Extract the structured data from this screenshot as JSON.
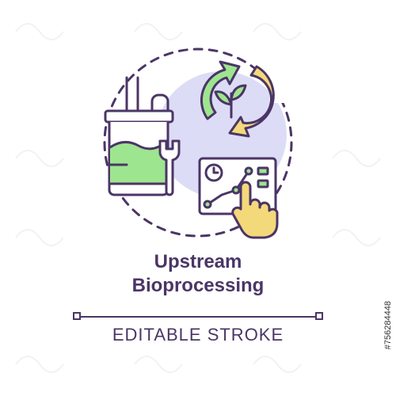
{
  "title_line_1": "Upstream",
  "title_line_2": "Bioprocessing",
  "subtitle": "EDITABLE STROKE",
  "stock_id": "#756284448",
  "colors": {
    "outline": "#4b3566",
    "green": "#9ee58f",
    "yellow": "#f3d97a",
    "lavender": "#dcdcf6",
    "leaf_dark": "#4b3566"
  },
  "icons": [
    "bioreactor-tank-icon",
    "wrench-icon",
    "recycle-arrows-icon",
    "leaf-icon",
    "control-panel-icon",
    "clock-icon",
    "hand-pointer-icon"
  ]
}
